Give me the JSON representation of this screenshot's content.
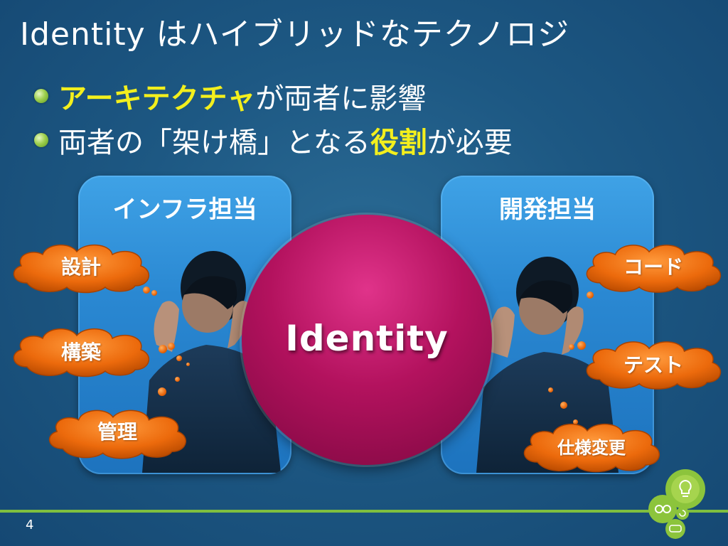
{
  "slide": {
    "title": "Identity はハイブリッドなテクノロジ",
    "page_number": "4"
  },
  "bullets": [
    {
      "highlight": "アーキテクチャ",
      "text_after": "が両者に影響"
    },
    {
      "text_before": "両者の「架け橋」となる",
      "highlight": "役割",
      "text_after": "が必要"
    }
  ],
  "left_panel": {
    "title": "インフラ担当",
    "tasks": [
      "設計",
      "構築",
      "管理"
    ]
  },
  "right_panel": {
    "title": "開発担当",
    "tasks": [
      "コード",
      "テスト",
      "仕様変更"
    ]
  },
  "center": {
    "label": "Identity"
  },
  "colors": {
    "background": "#1d5883",
    "panel": "#2a88d2",
    "circle": "#b3125e",
    "cloud": "#ec6a0c",
    "highlight": "#f3ef1d",
    "footer_line": "#7fbf3f"
  },
  "icons": [
    "bullet-icon",
    "lightbulb-icon",
    "binoculars-icon",
    "refresh-icon",
    "chat-icon"
  ]
}
